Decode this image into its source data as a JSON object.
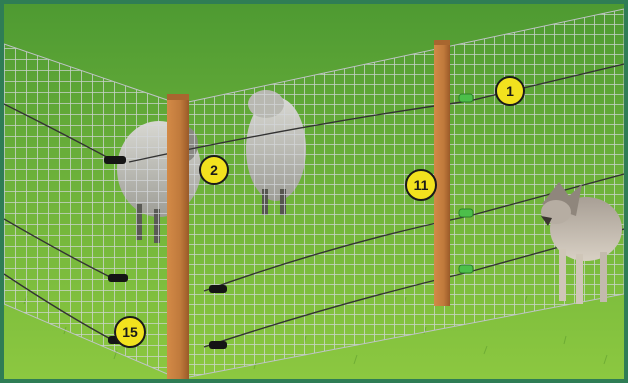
{
  "scene": {
    "colors": {
      "frame": "#2f7d55",
      "grass_top": "#5fa53a",
      "grass_bottom": "#8cc840",
      "post": "#c07a3c",
      "post_shade": "#9a5a28",
      "mesh": "#cfd3d6",
      "wire": "#3a3a3a",
      "insulator_green": "#4cbf4a",
      "insulator_black": "#151515",
      "badge_fill": "#f2e21e",
      "badge_stroke": "#1a1a1a"
    },
    "animals": [
      {
        "name": "sheep-icon"
      },
      {
        "name": "sheep-icon"
      },
      {
        "name": "wolf-icon"
      }
    ]
  },
  "callouts": [
    {
      "id": "callout-1",
      "label": "1"
    },
    {
      "id": "callout-2",
      "label": "2"
    },
    {
      "id": "callout-11",
      "label": "11"
    },
    {
      "id": "callout-15",
      "label": "15"
    }
  ]
}
